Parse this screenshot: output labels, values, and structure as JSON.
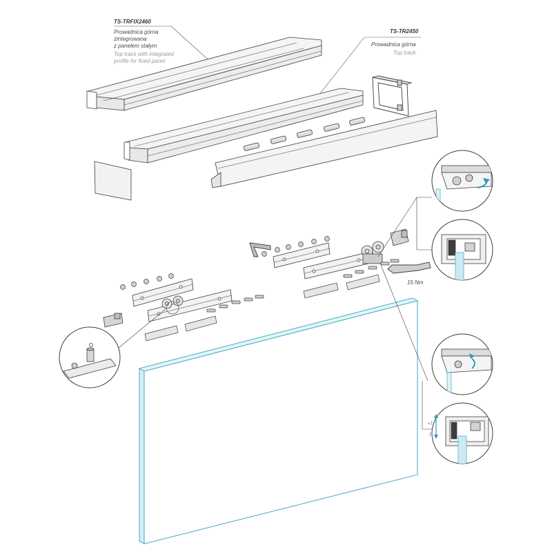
{
  "labels": {
    "trfix": {
      "code": "TS-TRFIX2460",
      "pl": [
        "Prowadnica górna",
        "zintegrowana",
        "z panelem stałym"
      ],
      "en": [
        "Top track with integrated",
        "profile for fixed panel"
      ]
    },
    "tr": {
      "code": "TS-TR2450",
      "pl": [
        "Prowadnica górna"
      ],
      "en": [
        "Top track"
      ]
    },
    "torque": "15 Nm",
    "adjust": [
      "+7",
      "-7"
    ]
  },
  "colors": {
    "line": "#3c3c3c",
    "glass": "#4fb3c8",
    "accent": "#2a9cb5",
    "part_fill": "#f2f2f2",
    "dark_fill": "#cfcfcf"
  }
}
